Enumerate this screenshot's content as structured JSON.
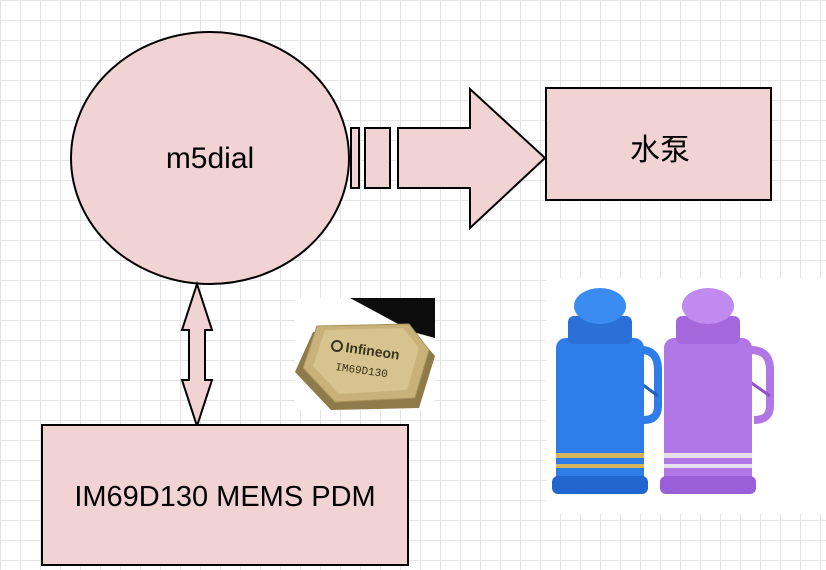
{
  "diagram": {
    "nodes": {
      "controller": {
        "label": "m5dial"
      },
      "pump": {
        "label": "水泵"
      },
      "microphone": {
        "label": "IM69D130 MEMS PDM"
      }
    },
    "edges": [
      {
        "from": "controller",
        "to": "pump",
        "kind": "one-way"
      },
      {
        "from": "controller",
        "to": "microphone",
        "kind": "two-way"
      }
    ]
  },
  "photos": {
    "chip": {
      "brand": "Infineon",
      "part_number": "IM69D130"
    },
    "thermos": {
      "depicts": [
        "blue-thermos",
        "purple-thermos"
      ]
    }
  },
  "colors": {
    "shape_fill": "#f2d3d3",
    "stroke": "#000000",
    "grid": "#e4e4e4",
    "thermos_blue": "#2f7de8",
    "thermos_purple": "#b277e6",
    "chip_gold": "#c8b27a"
  }
}
